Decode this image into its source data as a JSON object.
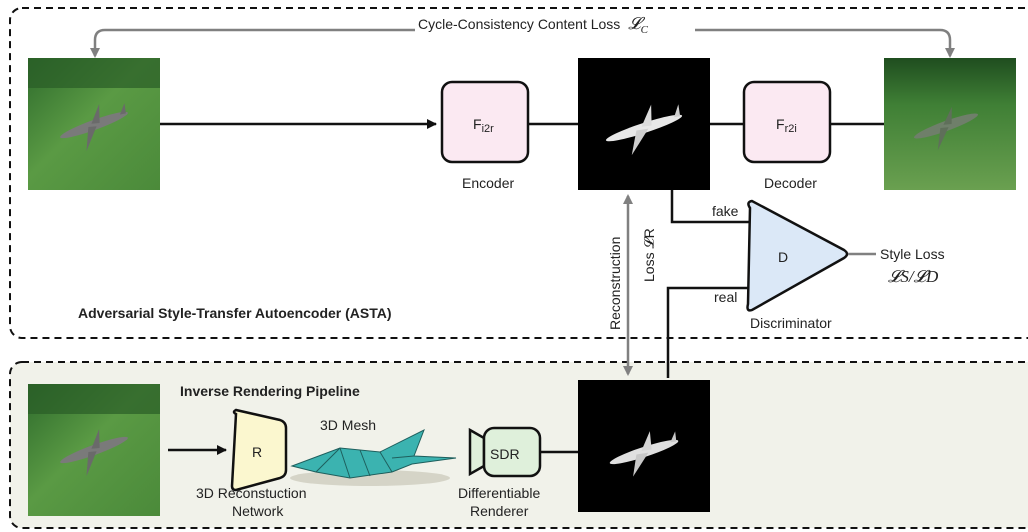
{
  "cycle_loss": {
    "text": "Cycle-Consistency Content Loss",
    "symbol": "𝓛",
    "sub": "C"
  },
  "encoder": {
    "symbol": "F",
    "sub": "i2r",
    "caption": "Encoder"
  },
  "decoder": {
    "symbol": "F",
    "sub": "r2i",
    "caption": "Decoder"
  },
  "discriminator": {
    "symbol": "D",
    "caption": "Discriminator",
    "fake_label": "fake",
    "real_label": "real"
  },
  "style_loss": {
    "text": "Style Loss",
    "math": "𝓛S/𝓛D"
  },
  "reconstruction_loss": {
    "line1": "Reconstruction",
    "line2": "Loss 𝓛R"
  },
  "asta_title": "Adversarial Style-Transfer Autoencoder (ASTA)",
  "pipeline_title": "Inverse Rendering Pipeline",
  "recon_network": {
    "symbol": "R",
    "caption_line1": "3D Reconstuction",
    "caption_line2": "Network"
  },
  "mesh_label": "3D Mesh",
  "renderer": {
    "symbol": "SDR",
    "caption_line1": "Differentiable",
    "caption_line2": "Renderer"
  },
  "colors": {
    "encoder_fill": "#fbe9f2",
    "disc_fill": "#dbe8f7",
    "recon_fill": "#fbf7cf",
    "renderer_fill": "#dff0db",
    "bottom_panel": "#f1f2ea",
    "grass": "#4f8a3e",
    "mesh": "#3bb3b0",
    "arrow_gray": "#808080"
  }
}
